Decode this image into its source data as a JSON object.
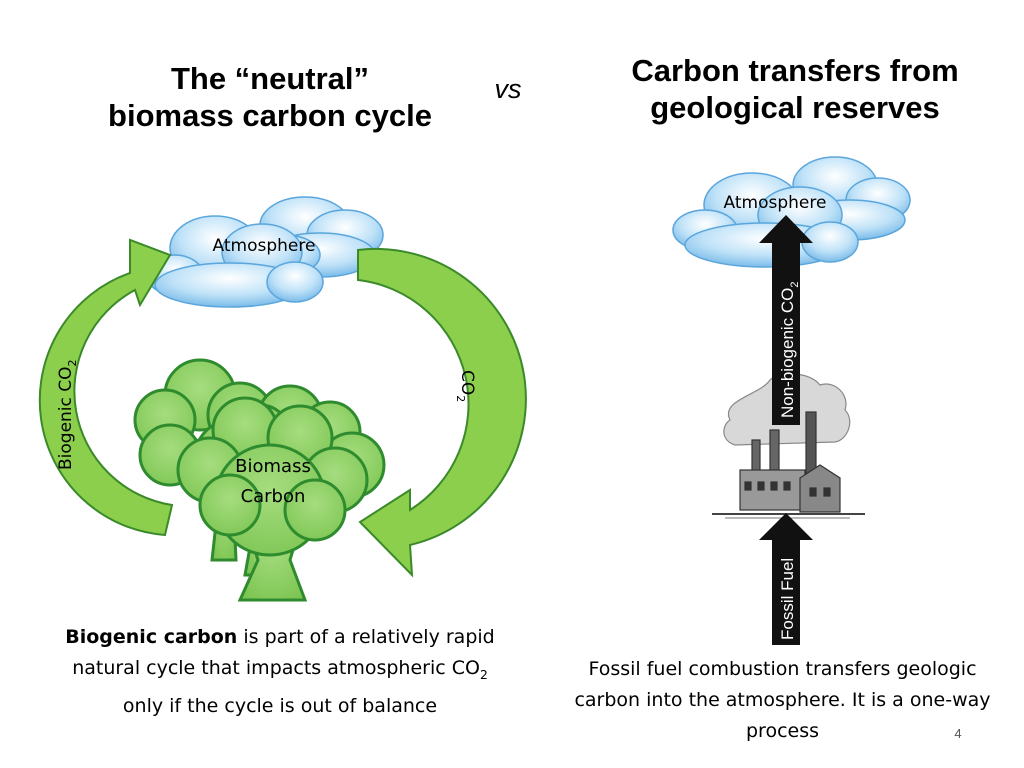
{
  "left": {
    "title_line1": "The “neutral”",
    "title_line2": "biomass  carbon cycle",
    "atmosphere_label": "Atmosphere",
    "biomass_line1": "Biomass",
    "biomass_line2": "Carbon",
    "arrow_left_label": "Biogenic CO",
    "arrow_left_sub": "2",
    "arrow_right_label": "CO",
    "arrow_right_sub": "2",
    "caption_bold": "Biogenic carbon",
    "caption_part1": " is part of a relatively rapid natural cycle that impacts atmospheric CO",
    "caption_sub": "2",
    "caption_part2": " only if the cycle is out of balance"
  },
  "vs": "vs",
  "right": {
    "title_line1": "Carbon transfers from",
    "title_line2": "geological reserves",
    "atmosphere_label": "Atmosphere",
    "arrow_top_label": "Non-biogenic CO",
    "arrow_top_sub": "2",
    "arrow_bottom_label": "Fossil Fuel",
    "caption": "Fossil fuel combustion transfers geologic carbon into the atmosphere. It is a one-way process"
  },
  "page_number": "4",
  "colors": {
    "arrow_green": "#8ccf4d",
    "arrow_green_stroke": "#3a8a2a",
    "tree_green": "#8fd166",
    "tree_stroke": "#2e8b2e",
    "cloud_blue": "#8fc8ee",
    "black_arrow": "#111111"
  },
  "icons": [
    "cloud-icon",
    "tree-icon",
    "factory-icon"
  ]
}
